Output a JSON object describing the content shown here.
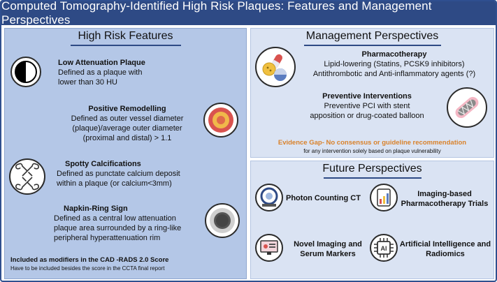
{
  "title": "Computed Tomography-Identified High Risk Plaques: Features and Management Perspectives",
  "left": {
    "heading": "High Risk Features",
    "features": [
      {
        "name": "Low Attenuation Plaque",
        "desc1": "Defined as a plaque with",
        "desc2": "lower than 30 HU",
        "desc3": ""
      },
      {
        "name": "Positive Remodelling",
        "desc1": "Defined as outer vessel diameter",
        "desc2": "(plaque)/average outer diameter",
        "desc3": "(proximal and distal) > 1.1"
      },
      {
        "name": "Spotty Calcifications",
        "desc1": "Defined as punctate calcium deposit",
        "desc2": "within a plaque (or calcium<3mm)",
        "desc3": ""
      },
      {
        "name": "Napkin-Ring Sign",
        "desc1": "Defined as a central low attenuation",
        "desc2": "plaque area surrounded by a ring-like",
        "desc3": "peripheral hyperattenuation rim"
      }
    ],
    "footer_bold": "Included as modifiers in the CAD -RADS 2.0 Score",
    "footer_small": "Have to be included besides the score in the CCTA final report"
  },
  "management": {
    "heading": "Management Perspectives",
    "pharma_title": "Pharmacotherapy",
    "pharma_line1": "Lipid-lowering (Statins, PCSK9 inhibitors)",
    "pharma_line2": "Antithrombotic and Anti-inflammatory agents (?)",
    "prev_title": "Preventive Interventions",
    "prev_line1": "Preventive PCI with stent",
    "prev_line2": "apposition or drug-coated balloon",
    "gap_title": "Evidence Gap- No consensus or guideline recommendation",
    "gap_sub": "for any intervention solely based on plaque vulnerability"
  },
  "future": {
    "heading": "Future Perspectives",
    "items": [
      {
        "line1": "Photon Counting CT",
        "line2": ""
      },
      {
        "line1": "Imaging-based",
        "line2": "Pharmacotherapy Trials"
      },
      {
        "line1": "Novel Imaging and",
        "line2": "Serum Markers"
      },
      {
        "line1": "Artificial Intelligence and",
        "line2": "Radiomics"
      }
    ],
    "ai_label": "AI"
  },
  "colors": {
    "title_bg": "#2e4a85",
    "left_bg": "#b4c7e7",
    "right_bg": "#dae3f3",
    "evidence_gap": "#d9822b"
  },
  "icons": [
    "half-circle-icon",
    "remodelled-vessel-icon",
    "bone-icon",
    "napkin-ring-icon",
    "pills-icon",
    "stent-icon",
    "ct-scanner-icon",
    "trial-chart-icon",
    "monitor-markers-icon",
    "ai-chip-icon"
  ]
}
